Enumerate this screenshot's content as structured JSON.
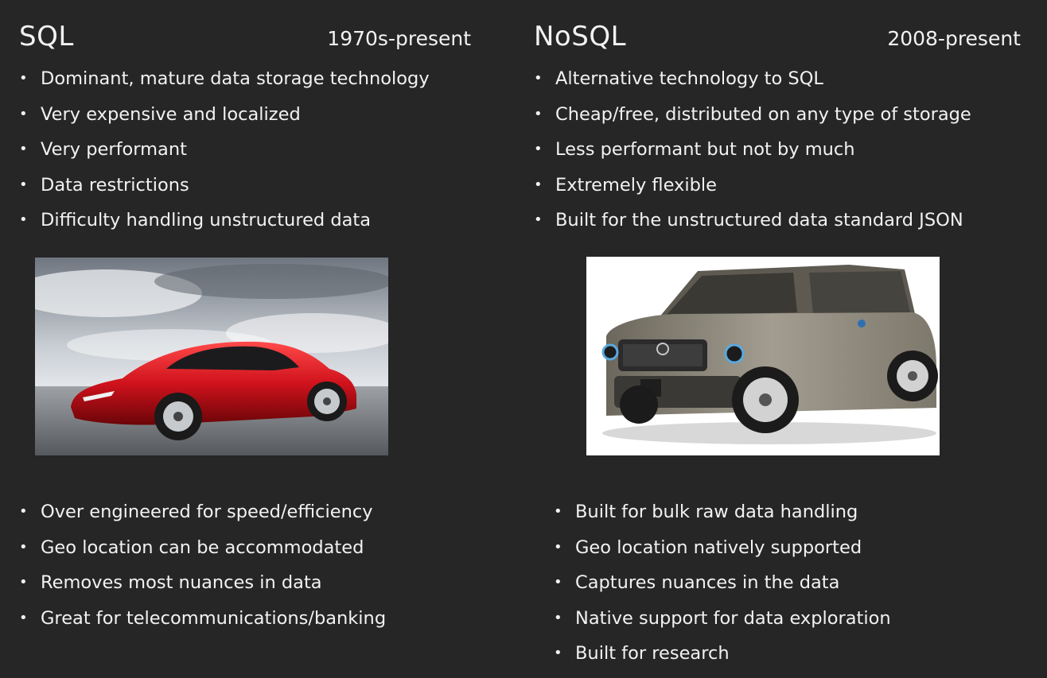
{
  "sql": {
    "title": "SQL",
    "era": "1970s-present",
    "top_points": [
      "Dominant, mature data storage technology",
      "Very expensive and localized",
      "Very performant",
      "Data restrictions",
      "Difficulty handling unstructured data"
    ],
    "bottom_points": [
      "Over engineered for speed/efficiency",
      "Geo location can be accommodated",
      "Removes most nuances in data",
      "Great for telecommunications/banking"
    ]
  },
  "nosql": {
    "title": "NoSQL",
    "era": "2008-present",
    "top_points": [
      "Alternative technology to SQL",
      "Cheap/free, distributed on any type of storage",
      "Less performant but not by much",
      "Extremely flexible",
      "Built for the unstructured data standard JSON"
    ],
    "bottom_points": [
      "Built for bulk raw data handling",
      "Geo location natively supported",
      "Captures nuances in the data",
      "Native support for data exploration",
      "Built for research"
    ]
  },
  "colors": {
    "background": "#262626",
    "text": "#f2f2f2",
    "ferrari_red": "#c8101a",
    "toyota_body": "#8e8878"
  }
}
